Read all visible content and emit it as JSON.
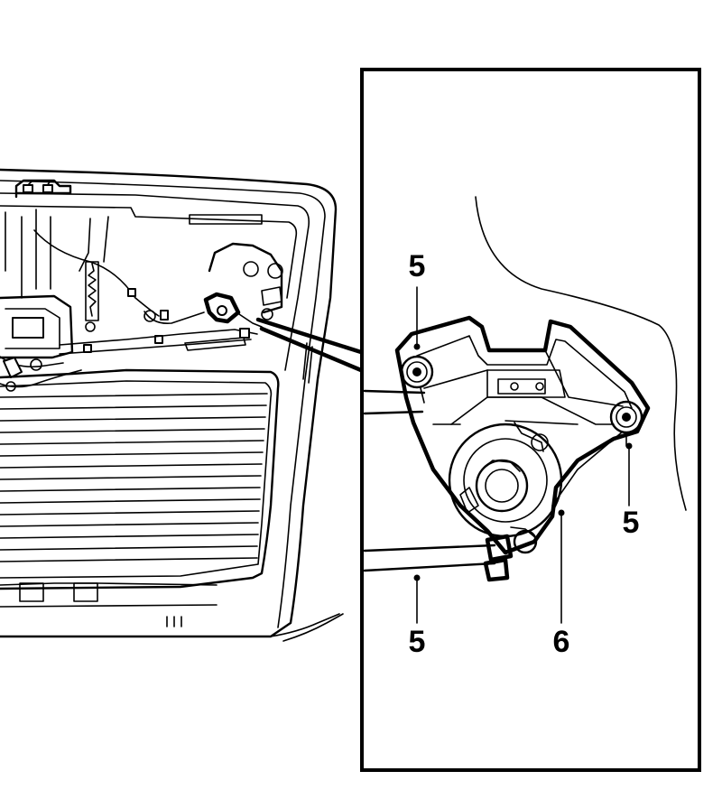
{
  "callouts": {
    "top_left": "5",
    "right": "5",
    "bottom_left": "5",
    "bottom_right": "6"
  }
}
